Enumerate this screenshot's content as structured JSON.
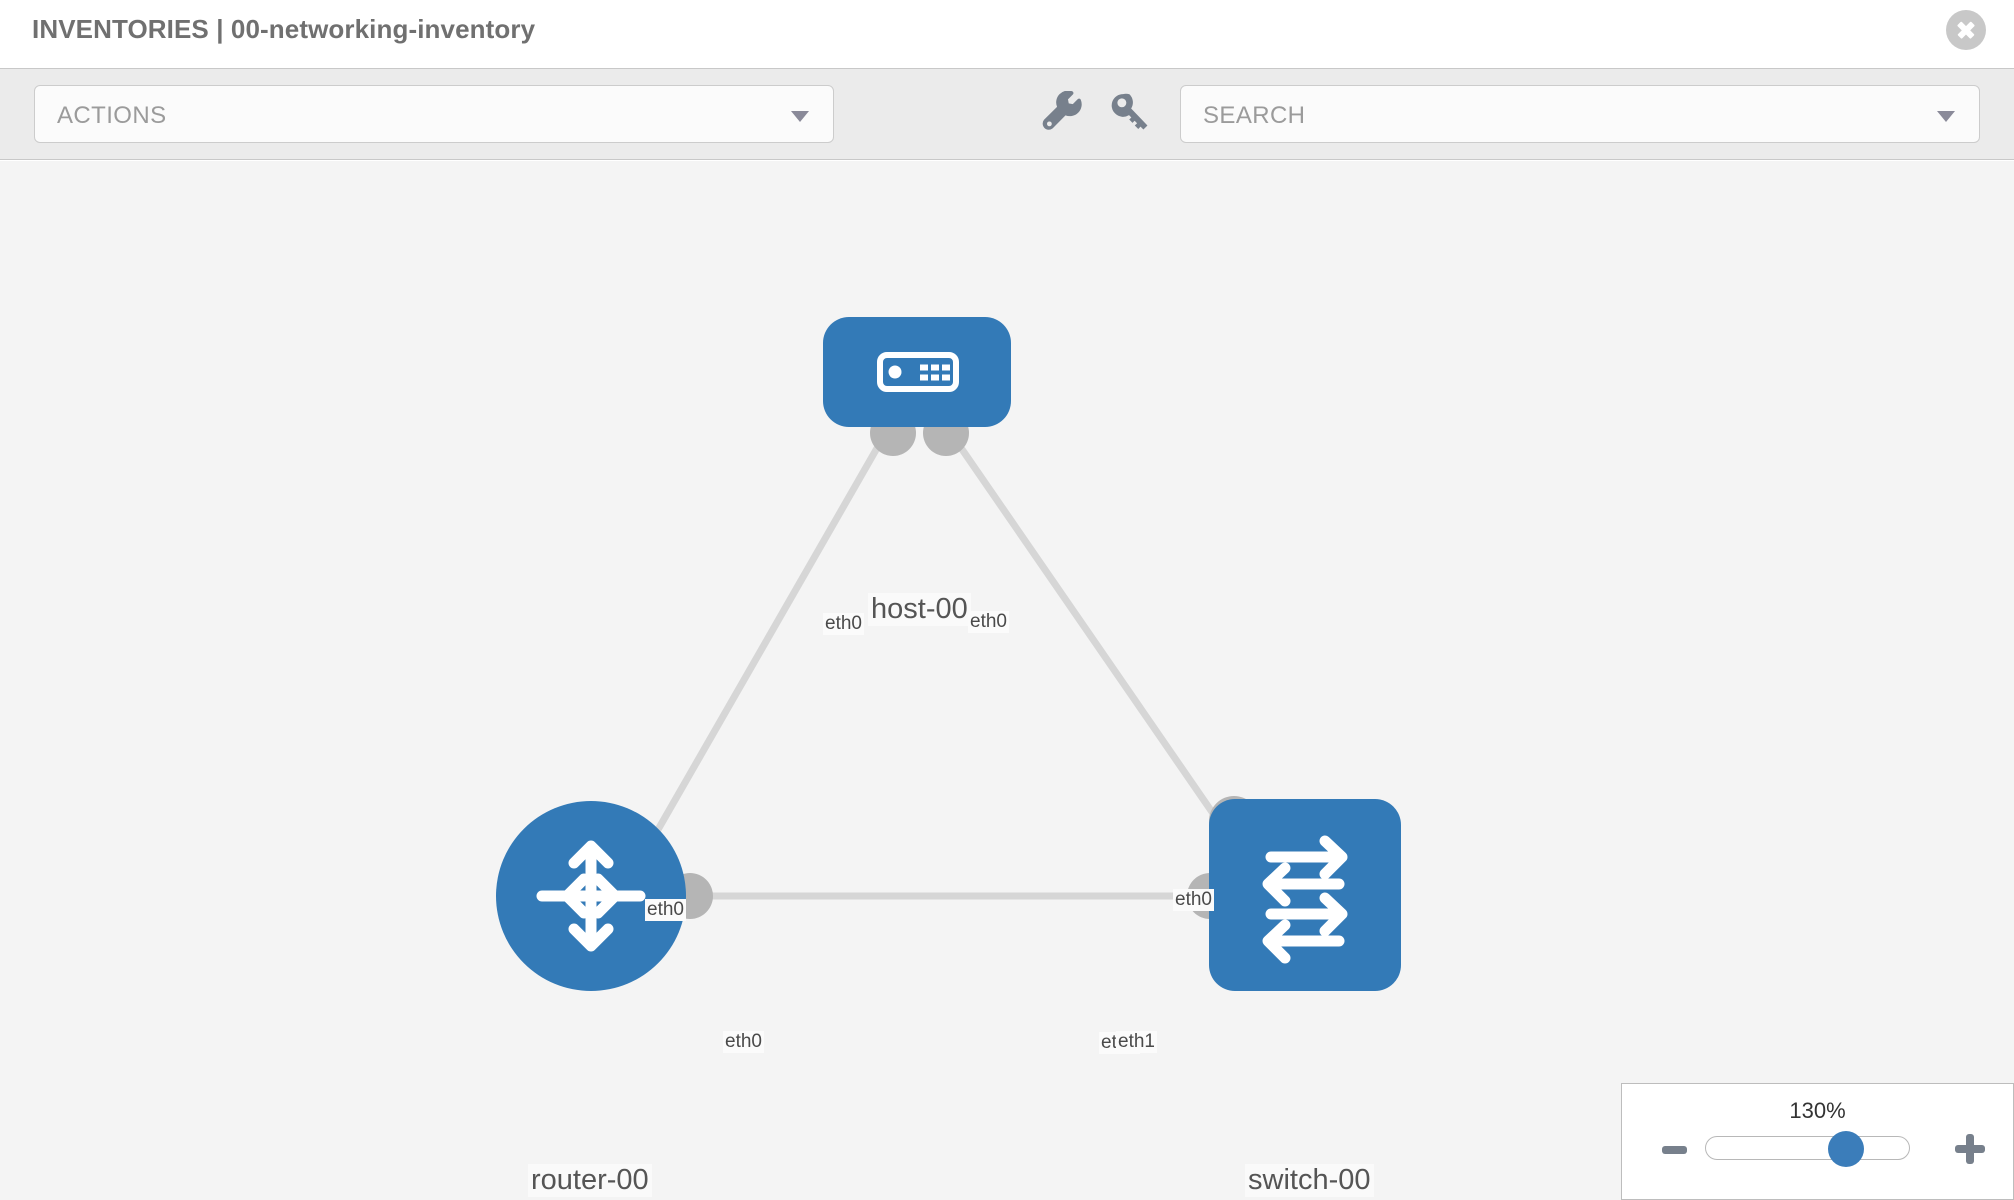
{
  "header": {
    "title": "INVENTORIES | 00-networking-inventory",
    "close_icon": "close-icon"
  },
  "toolbar": {
    "actions_label": "ACTIONS",
    "actions_caret_icon": "chevron-down-icon",
    "wrench_icon": "wrench-icon",
    "key_icon": "key-icon",
    "search_placeholder": "SEARCH",
    "search_value": "SEARCH",
    "search_caret_icon": "chevron-down-icon"
  },
  "topology": {
    "accent_color": "#337ab7",
    "edge_color": "#d6d6d6",
    "endpoint_color": "#b5b5b5",
    "canvas_background": "#f4f4f4",
    "nodes": [
      {
        "id": "host-00",
        "label": "host-00",
        "type": "host",
        "icon": "server-icon",
        "shape": "rounded-rect"
      },
      {
        "id": "router-00",
        "label": "router-00",
        "type": "router",
        "icon": "router-arrows-icon",
        "shape": "circle"
      },
      {
        "id": "switch-00",
        "label": "switch-00",
        "type": "switch",
        "icon": "switch-arrows-icon",
        "shape": "rounded-square"
      }
    ],
    "links": [
      {
        "from": "host-00",
        "from_interface": "eth0",
        "to": "router-00",
        "to_interface": "eth0"
      },
      {
        "from": "host-00",
        "from_interface": "eth0",
        "to": "switch-00",
        "to_interface": "eth0"
      },
      {
        "from": "router-00",
        "from_interface": "eth0",
        "to": "switch-00",
        "to_interface": "eth1"
      }
    ],
    "interface_labels": {
      "host_left": "eth0",
      "host_right": "eth0",
      "router_uplink": "eth0",
      "switch_uplink": "eth0",
      "router_right": "eth0",
      "switch_left_under": "eth0",
      "switch_left_over": "eth1"
    }
  },
  "zoom_control": {
    "percent_label": "130%",
    "value": 130,
    "min": 10,
    "max": 200,
    "minus_icon": "minus-icon",
    "plus_icon": "plus-icon",
    "thumb_position_percent": 69
  }
}
